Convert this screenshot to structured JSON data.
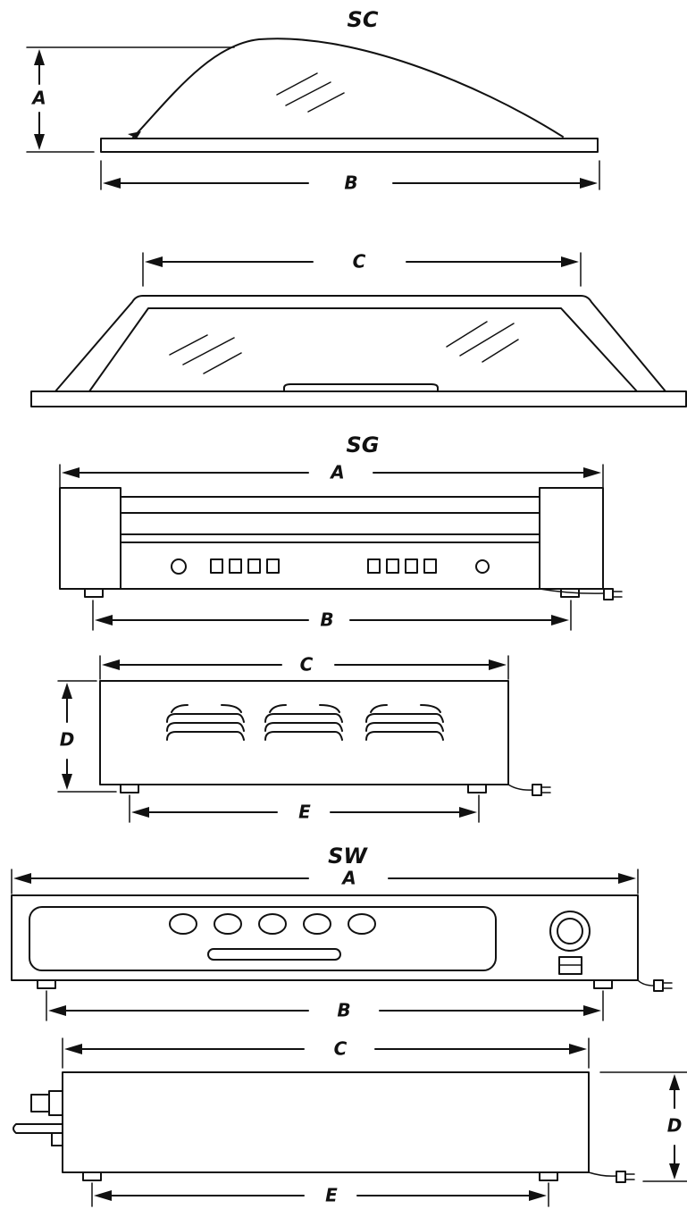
{
  "sections": {
    "sc": {
      "title": "SC",
      "views": [
        {
          "name": "side-view",
          "labels": {
            "height": "A",
            "width": "B"
          }
        },
        {
          "name": "front-view",
          "labels": {
            "width": "C"
          }
        }
      ]
    },
    "sg": {
      "title": "SG",
      "views": [
        {
          "name": "front-view",
          "labels": {
            "overall": "A",
            "feet": "B"
          }
        },
        {
          "name": "side-view",
          "labels": {
            "width": "C",
            "height": "D",
            "feet": "E"
          }
        }
      ]
    },
    "sw": {
      "title": "SW",
      "views": [
        {
          "name": "front-view",
          "labels": {
            "overall": "A",
            "feet": "B"
          }
        },
        {
          "name": "side-view",
          "labels": {
            "width": "C",
            "height": "D",
            "feet": "E"
          }
        }
      ]
    }
  }
}
